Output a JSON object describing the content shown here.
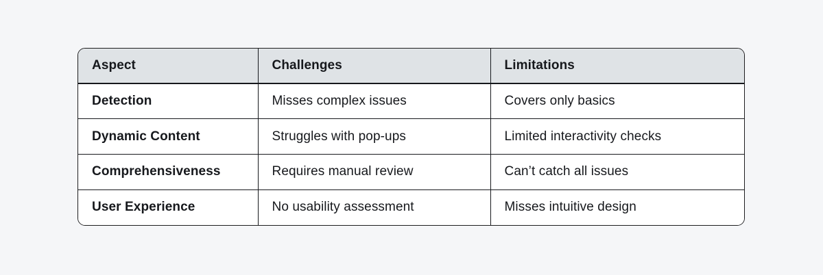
{
  "page": {
    "background_color": "#f5f6f8"
  },
  "table": {
    "border_color": "#1c1c1e",
    "header_background_color": "#dfe3e6",
    "body_background_color": "#ffffff",
    "text_color": "#16181c",
    "columns": [
      {
        "key": "aspect",
        "label": "Aspect"
      },
      {
        "key": "challenges",
        "label": "Challenges"
      },
      {
        "key": "limitations",
        "label": "Limitations"
      }
    ],
    "rows": [
      {
        "aspect": "Detection",
        "challenges": "Misses complex issues",
        "limitations": "Covers only basics"
      },
      {
        "aspect": "Dynamic Content",
        "challenges": "Struggles with pop-ups",
        "limitations": "Limited interactivity checks"
      },
      {
        "aspect": "Comprehensiveness",
        "challenges": "Requires manual review",
        "limitations": "Can’t catch all issues"
      },
      {
        "aspect": "User Experience",
        "challenges": "No usability assessment",
        "limitations": "Misses intuitive design"
      }
    ]
  }
}
